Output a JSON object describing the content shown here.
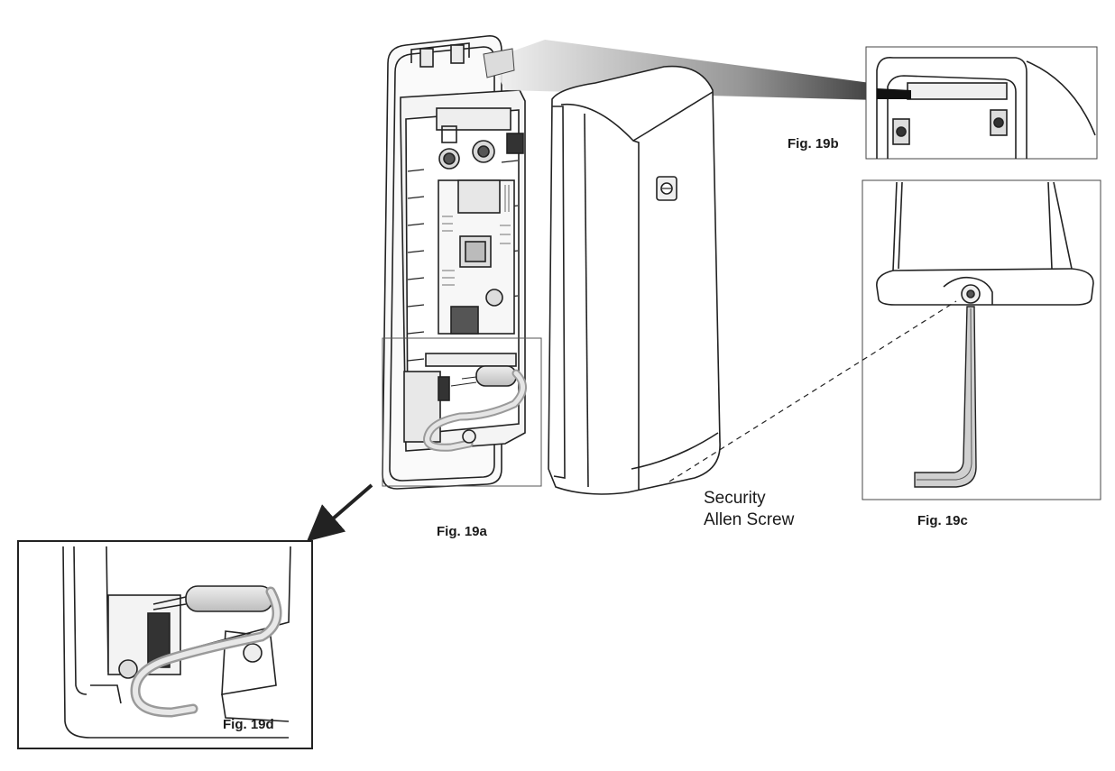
{
  "figures": {
    "fig19a": "Fig. 19a",
    "fig19b": "Fig. 19b",
    "fig19c": "Fig. 19c",
    "fig19d": "Fig. 19d"
  },
  "callout": {
    "line1": "Security",
    "line2": "Allen Screw"
  }
}
